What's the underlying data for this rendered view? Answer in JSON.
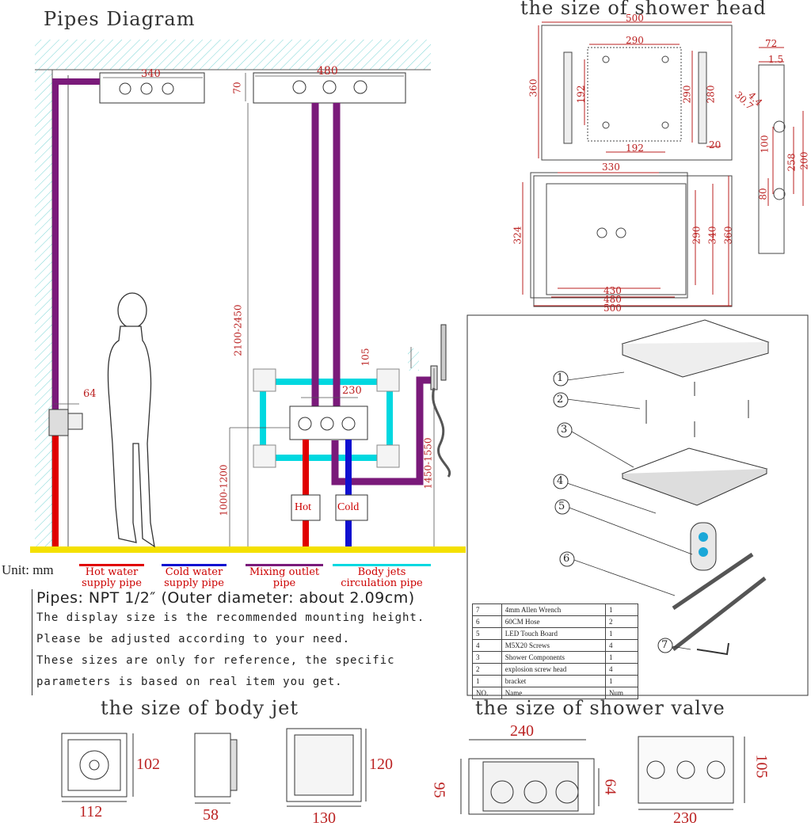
{
  "titles": {
    "pipes": "Pipes Diagram",
    "shower_head": "the size of shower head",
    "body_jet": "the size of body jet",
    "valve": "the size of shower valve"
  },
  "pipes_diagram": {
    "top_dims": [
      "340",
      "480",
      "70"
    ],
    "wall_dim": "64",
    "vertical_dims": [
      "2100-2450",
      "1000-1200",
      "1450-1550",
      "105"
    ],
    "valve_width": "230",
    "hot_label": "Hot",
    "cold_label": "Cold",
    "unit": "Unit: mm"
  },
  "legend": [
    {
      "line1": "Hot water",
      "line2": "supply pipe",
      "color": "#e00000"
    },
    {
      "line1": "Cold water",
      "line2": "supply pipe",
      "color": "#1010d0"
    },
    {
      "line1": "Mixing outlet",
      "line2": "pipe",
      "color": "#7a1a7a"
    },
    {
      "line1": "Body jets",
      "line2": "circulation pipe",
      "color": "#00d8e0"
    }
  ],
  "notes": {
    "pipes": "Pipes: NPT 1/2″ (Outer diameter: about 2.09cm)",
    "line1": "The display size is the recommended mounting height.",
    "line2": "Please be adjusted according to your need.",
    "line3": "These sizes are only for reference, the specific",
    "line4": "parameters is based on real item you get."
  },
  "shower_head_dims": {
    "top_w": "500",
    "inner_w": "290",
    "h": "360",
    "inner_h": "192",
    "inner_h2": "290",
    "side_h": "280",
    "bottom_inner": "192",
    "bottom_small": "20",
    "side_w": "72",
    "side_t": "1.5",
    "side_a": "30.7",
    "side_b": "4.4",
    "side_100": "100",
    "side_258": "258",
    "side_200": "200",
    "side_80": "80",
    "back_330": "330",
    "back_324": "324",
    "back_290": "290",
    "back_340": "340",
    "back_360": "360",
    "back_430": "430",
    "back_480": "480",
    "back_500": "500"
  },
  "parts_callouts": [
    "1",
    "2",
    "3",
    "4",
    "5",
    "6",
    "7"
  ],
  "parts_table": {
    "rows": [
      [
        "7",
        "4mm Allen Wrench",
        "1"
      ],
      [
        "6",
        "60CM Hose",
        "2"
      ],
      [
        "5",
        "LED Touch Board",
        "1"
      ],
      [
        "4",
        "M5X20 Screws",
        "4"
      ],
      [
        "3",
        "Shower Components",
        "1"
      ],
      [
        "2",
        "explosion screw head",
        "4"
      ],
      [
        "1",
        "bracket",
        "1"
      ]
    ],
    "header": [
      "NO.",
      "Name",
      "Num"
    ]
  },
  "body_jet_dims": {
    "front_w": "112",
    "front_h": "102",
    "side_w": "58",
    "back_w": "130",
    "back_h": "120"
  },
  "valve_dims": {
    "w": "240",
    "h_left": "95",
    "h_right": "64",
    "plate_w": "230",
    "plate_h": "105"
  }
}
